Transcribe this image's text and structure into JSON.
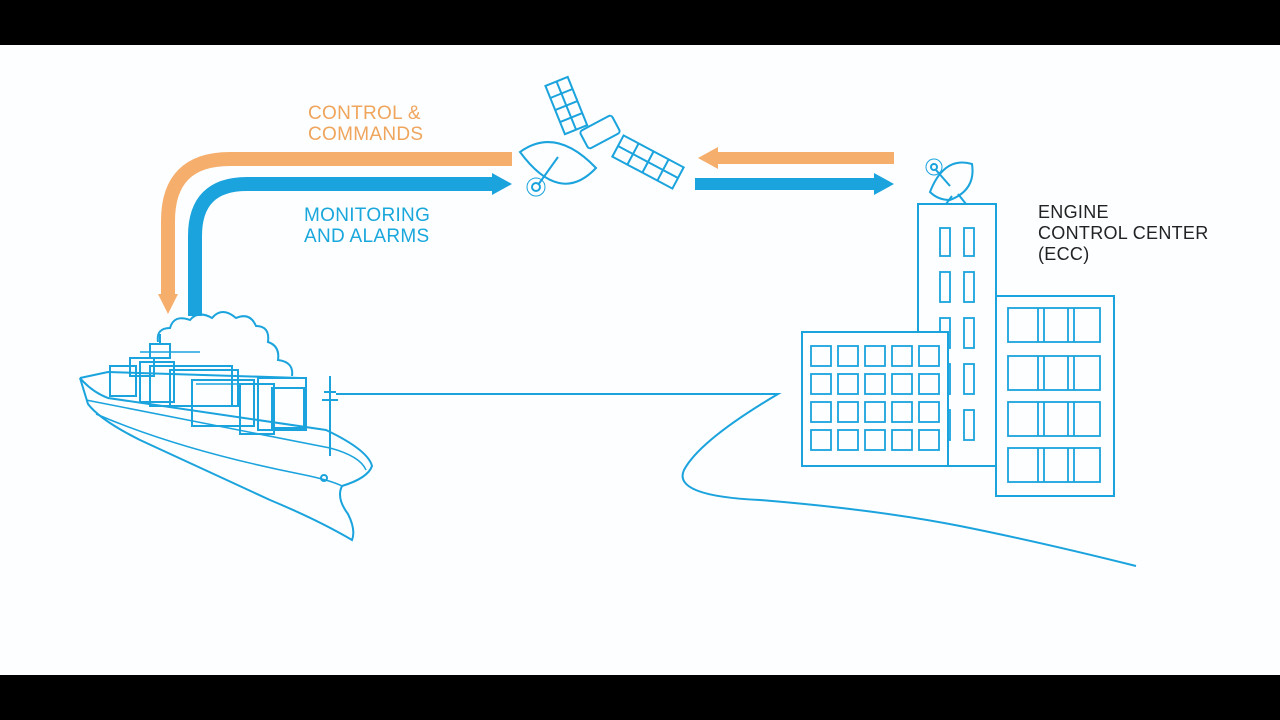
{
  "colors": {
    "control_arrow": "#f6ae6c",
    "monitoring_arrow": "#1aa3dd",
    "line_art": "#1aa3dd",
    "background": "#fcfeff",
    "letterbox": "#000000"
  },
  "labels": {
    "control": [
      "CONTROL &",
      "COMMANDS"
    ],
    "monitoring": [
      "MONITORING",
      "AND ALARMS"
    ],
    "ecc": [
      "ENGINE",
      "CONTROL CENTER",
      "(ECC)"
    ]
  },
  "icons": {
    "satellite": "satellite-icon",
    "ship": "container-ship-icon",
    "buildings": "office-buildings-icon",
    "dish": "satellite-dish-icon"
  }
}
